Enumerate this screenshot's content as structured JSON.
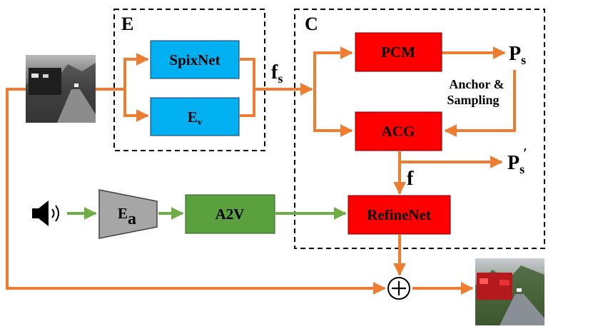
{
  "groups": {
    "encoder_label": "E",
    "core_label": "C"
  },
  "blocks": {
    "spixnet": "SpixNet",
    "ev_main": "E",
    "ev_sub": "v",
    "pcm": "PCM",
    "acg": "ACG",
    "refinenet": "RefineNet",
    "ea_main": "E",
    "ea_sub": "a",
    "a2v": "A2V"
  },
  "symbols": {
    "fs_main": "f",
    "fs_sub": "s",
    "ps_main": "P",
    "ps_sub": "s",
    "ps_prime_main": "P",
    "ps_prime_sub": "s",
    "ps_prime_mark": "′",
    "f": "f",
    "anchor_line1": "Anchor &",
    "anchor_line2": "Sampling",
    "sum": "⊕"
  },
  "colors": {
    "visual_arrow": "#ee7d31",
    "audio_arrow": "#70ad47",
    "blue_block": "#00b0f0",
    "red_block": "#ff0000",
    "green_block": "#5aa03c",
    "encoder_gray": "#a6a6a6"
  },
  "icons": {
    "speaker": "speaker-icon"
  }
}
